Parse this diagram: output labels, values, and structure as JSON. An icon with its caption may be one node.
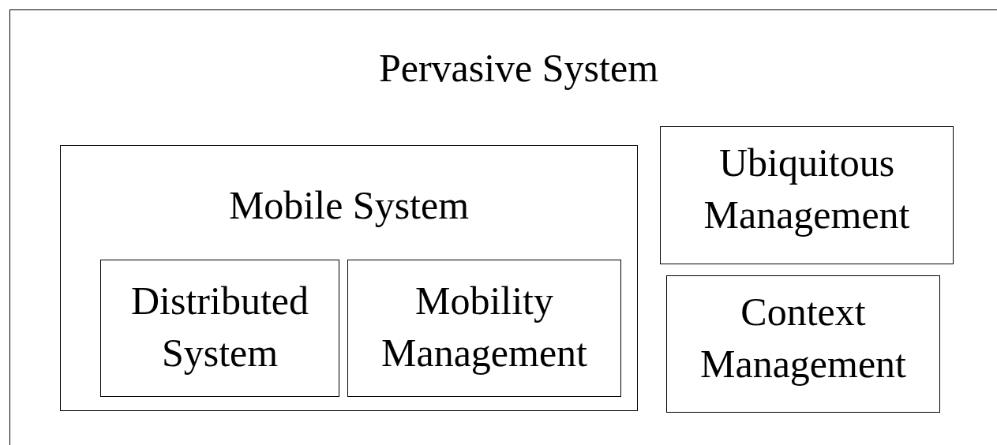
{
  "diagram": {
    "nodes": [
      {
        "text": [
          "Pervasive System"
        ]
      },
      {
        "text": [
          "Mobile System"
        ],
        "in": 0
      },
      {
        "text": [
          "Distributed System"
        ],
        "in": 1
      },
      {
        "text": [
          "Mobility Management"
        ],
        "in": 1
      },
      {
        "text": [
          "Ubiquitous Management"
        ],
        "in": 0
      },
      {
        "text": [
          "Context Management"
        ],
        "in": 0
      }
    ]
  }
}
